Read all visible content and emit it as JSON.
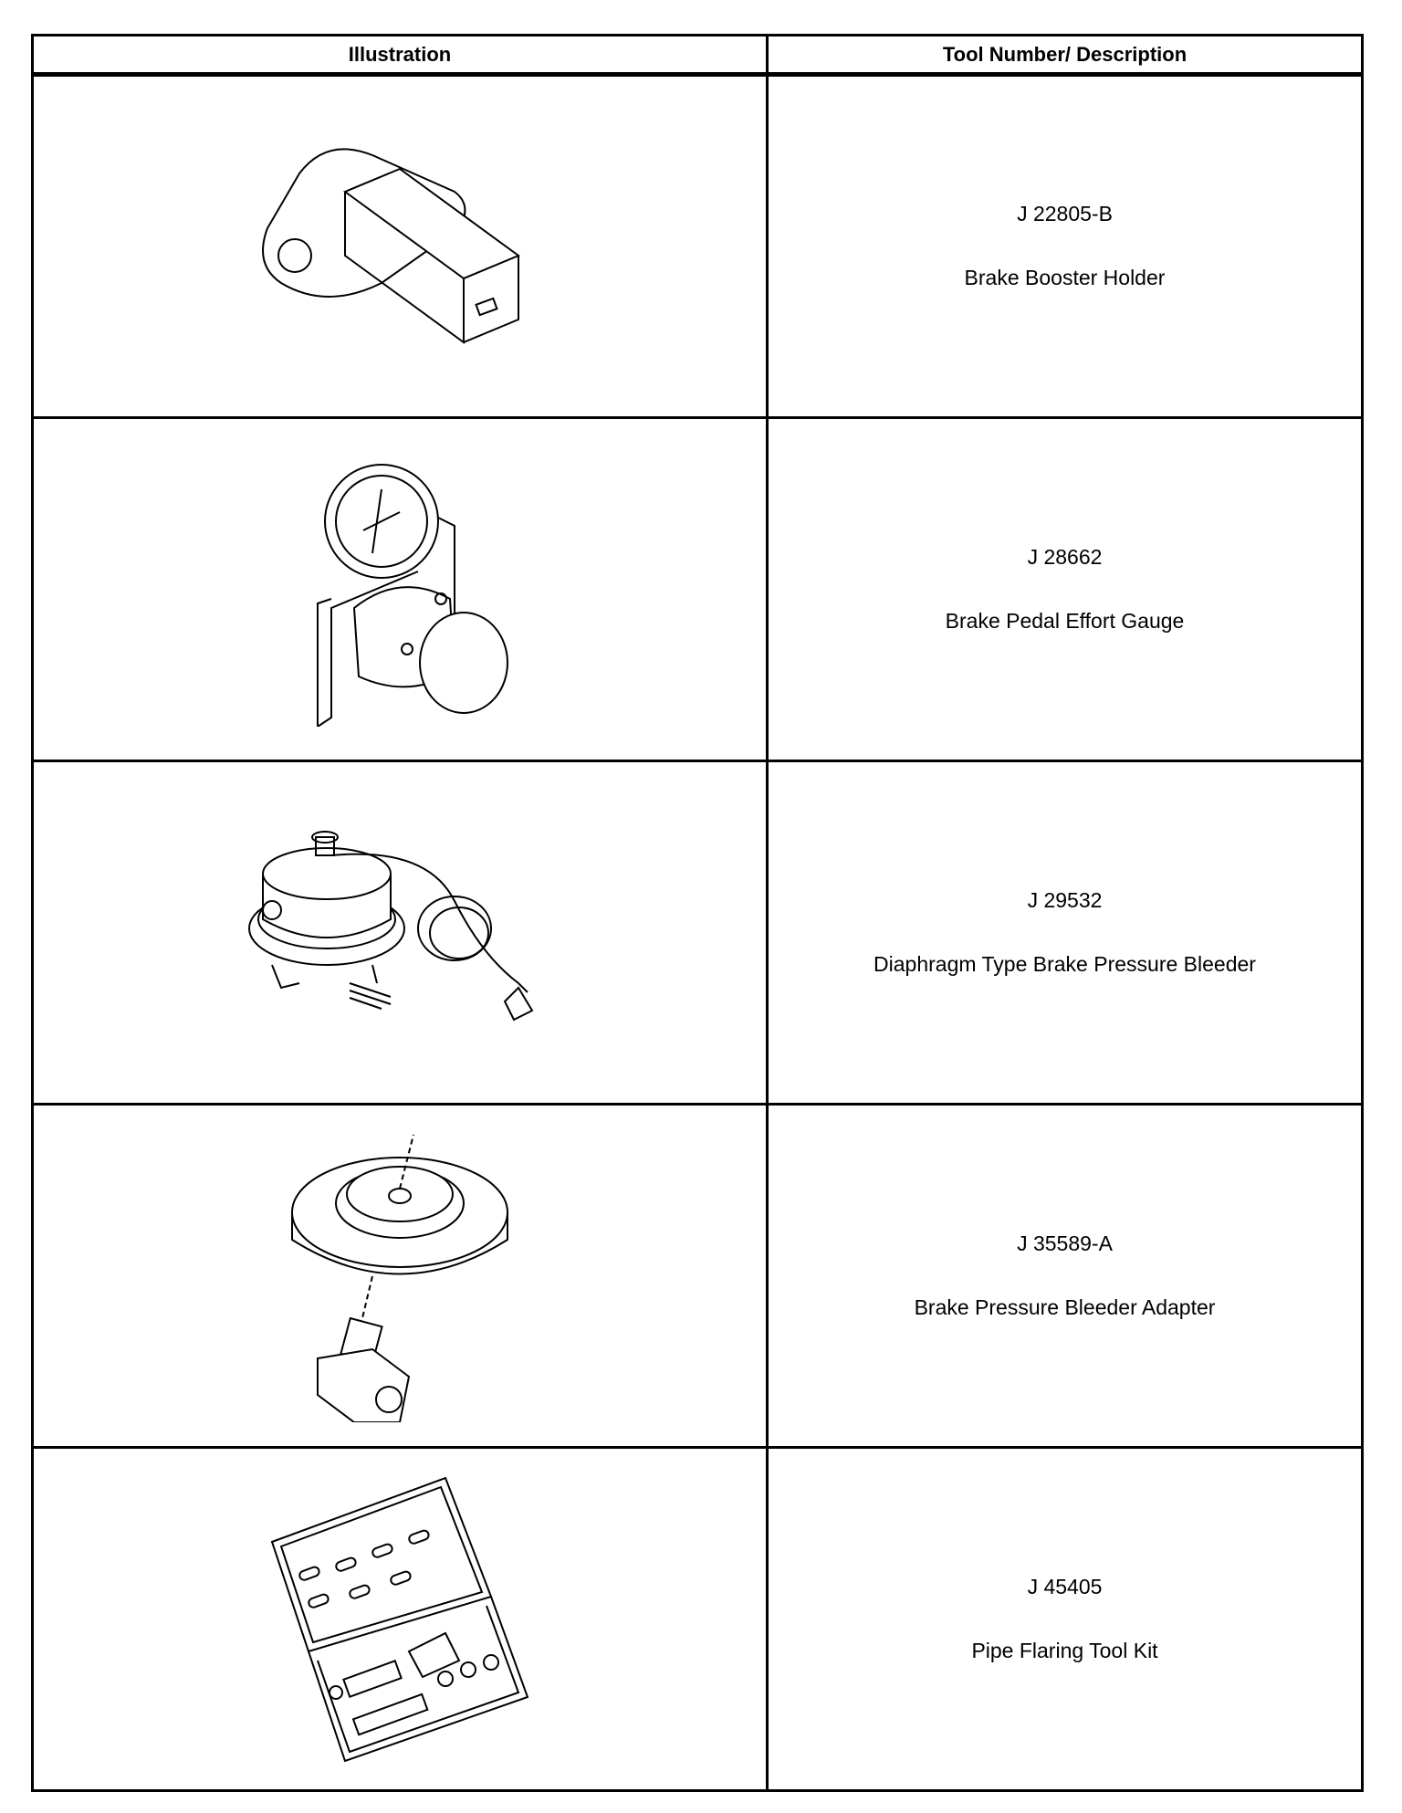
{
  "headers": {
    "illustration": "Illustration",
    "tool": "Tool Number/ Description"
  },
  "tools": [
    {
      "number": "J 22805-B",
      "description": "Brake Booster Holder",
      "illustration": "brake-booster-holder-illustration"
    },
    {
      "number": "J 28662",
      "description": "Brake Pedal Effort Gauge",
      "illustration": "brake-pedal-effort-gauge-illustration"
    },
    {
      "number": "J 29532",
      "description": "Diaphragm Type Brake Pressure Bleeder",
      "illustration": "diaphragm-bleeder-illustration"
    },
    {
      "number": "J 35589-A",
      "description": "Brake Pressure Bleeder Adapter",
      "illustration": "bleeder-adapter-illustration"
    },
    {
      "number": "J 45405",
      "description": "Pipe Flaring Tool Kit",
      "illustration": "pipe-flaring-kit-illustration"
    }
  ]
}
